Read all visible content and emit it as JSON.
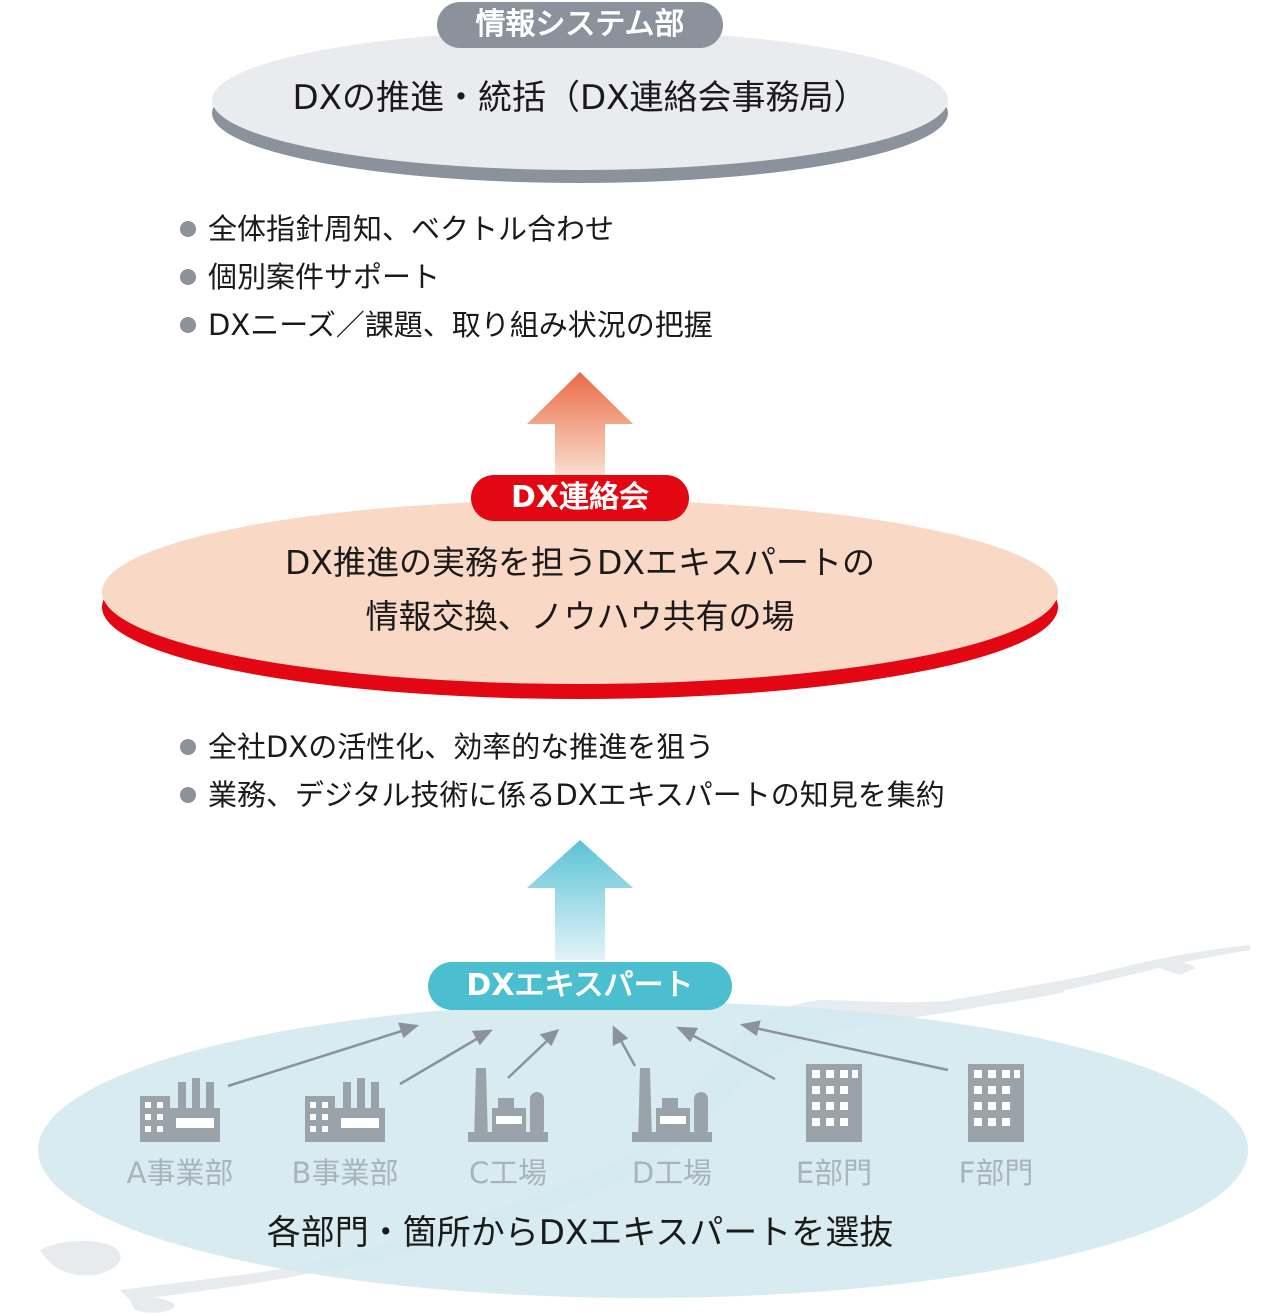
{
  "top": {
    "badge": "情報システム部",
    "title": "DXの推進・統括（DX連絡会事務局）",
    "bullets": [
      "全体指針周知、ベクトル合わせ",
      "個別案件サポート",
      "DXニーズ／課題、取り組み状況の把握"
    ]
  },
  "middle": {
    "badge": "DX連絡会",
    "line1": "DX推進の実務を担うDXエキスパートの",
    "line2": "情報交換、ノウハウ共有の場",
    "bullets": [
      "全社DXの活性化、効率的な推進を狙う",
      "業務、デジタル技術に係るDXエキスパートの知見を集約"
    ]
  },
  "bottom": {
    "badge": "DXエキスパート",
    "caption": "各部門・箇所からDXエキスパートを選抜",
    "units": [
      {
        "label": "A事業部",
        "icon": "office-factory-icon"
      },
      {
        "label": "B事業部",
        "icon": "office-factory-icon"
      },
      {
        "label": "C工場",
        "icon": "factory-chimney-icon"
      },
      {
        "label": "D工場",
        "icon": "factory-chimney-icon"
      },
      {
        "label": "E部門",
        "icon": "office-building-icon"
      },
      {
        "label": "F部門",
        "icon": "office-building-icon"
      }
    ]
  },
  "colors": {
    "gray_badge": "#8b929c",
    "gray_disc": "#e9ebee",
    "gray_disc_edge": "#8b929c",
    "red_badge": "#e30613",
    "red_disc": "#f9d8c6",
    "blue_badge": "#4bbfcf",
    "blue_disc": "#d3e9ef",
    "icon_gray": "#9aa3aa",
    "arrow_orange": "#ea6a45",
    "arrow_blue": "#5bc3d6"
  }
}
